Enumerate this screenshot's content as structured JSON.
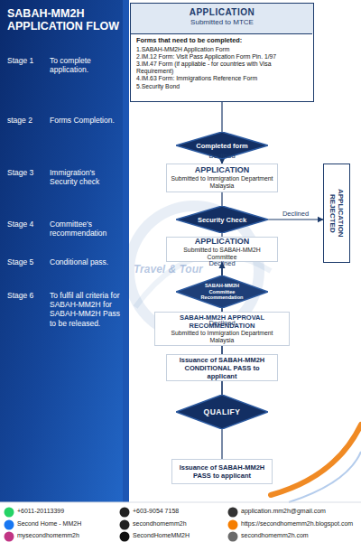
{
  "diagram": {
    "title": "SABAH-MM2H APPLICATION FLOW",
    "nodes": [
      {
        "text": [
          "APPLICATION",
          "Submitted to MTCE"
        ]
      },
      {
        "text": [
          "Forms that need to be completed:",
          "1.SABAH-MM2H Application Form",
          "2.IM.12 Form: Visit Pass Application Form Pin. 1/97",
          "3.IM.47 Form (if appliable - for countries with Visa Requirement)",
          "4.IM.63 Form: Immigrations Reference Form",
          "5.Security Bond"
        ],
        "in": 0
      },
      {
        "text": [
          "Completed form"
        ]
      },
      {
        "text": [
          "APPLICATION",
          "Submitted to Immigration Department Malaysia"
        ]
      },
      {
        "text": [
          "Security Check"
        ]
      },
      {
        "text": [
          "APPLICATION",
          "Submitted to SABAH-MM2H Committee"
        ]
      },
      {
        "text": [
          "SABAH-MM2H Committee Recommendation"
        ]
      },
      {
        "text": [
          "SABAH-MM2H APPROVAL RECOMMENDATION",
          "Submitted to Immigration Department Malaysia"
        ]
      },
      {
        "text": [
          "Issuance of SABAH-MM2H CONDITIONAL PASS to applicant"
        ]
      },
      {
        "text": [
          "QUALIFY"
        ]
      },
      {
        "text": [
          "Issuance of SABAH-MM2H PASS to applicant"
        ]
      },
      {
        "text": [
          "APPLICATION REJECTED"
        ]
      }
    ],
    "edges": [
      {
        "from": 0,
        "to": 2,
        "arrow": "none"
      },
      {
        "from": 2,
        "to": 3,
        "arrow": "none"
      },
      {
        "from": 3,
        "to": 4,
        "arrow": "none"
      },
      {
        "from": 4,
        "to": 5,
        "arrow": "none"
      },
      {
        "from": 5,
        "to": 6,
        "arrow": "none"
      },
      {
        "from": 6,
        "to": 7,
        "arrow": "none"
      },
      {
        "from": 7,
        "to": 8,
        "arrow": "none"
      },
      {
        "from": 8,
        "to": 9,
        "arrow": "none"
      },
      {
        "from": 9,
        "to": 10,
        "arrow": "none"
      },
      {
        "from": 2,
        "to": 11,
        "label": "Declined",
        "arrow": "to"
      },
      {
        "from": 4,
        "to": 11,
        "label": "Declined",
        "arrow": "to"
      },
      {
        "from": 6,
        "to": 11,
        "label": "Declined",
        "arrow": "to"
      },
      {
        "from": 9,
        "to": 11,
        "label": "Declined",
        "arrow": "to"
      }
    ],
    "labels": [
      "Stage 1",
      "To complete application.",
      "stage 2",
      "Forms Completion.",
      "Stage 3",
      "Immigration's Security check",
      "Stage 4",
      "Committee's recommendation",
      "Stage 5",
      "Conditional pass.",
      "Stage 6",
      "To fulfil all criteria for SABAH-MM2H for SABAH-MM2H Pass to be released.",
      "Travel & Tour",
      "+6011-20113399",
      "+603-9054 7158",
      "application.mm2h@gmail.com",
      "Second Home - MM2H",
      "secondhomemm2h",
      "https://secondhomemm2h.blogspot.com",
      "mysecondhomemm2h",
      "SecondHomeMM2H",
      "secondhomemm2h.com"
    ]
  }
}
